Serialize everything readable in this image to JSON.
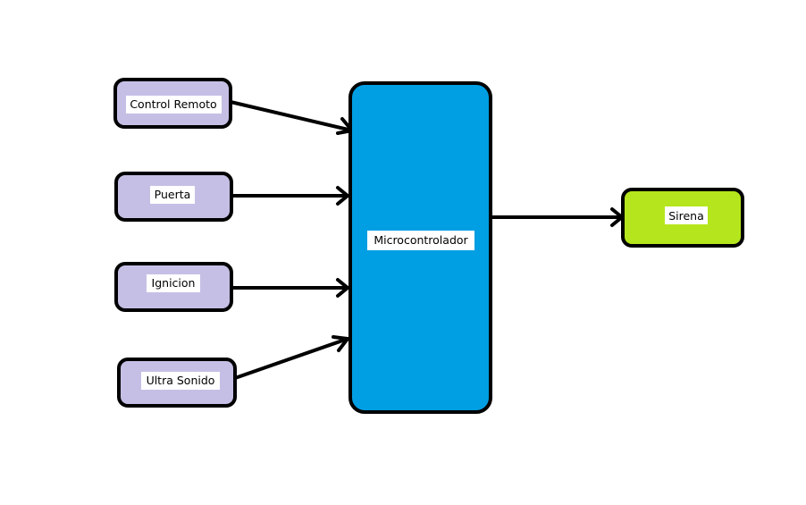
{
  "diagram": {
    "inputs": [
      {
        "id": "control-remoto",
        "label": "Control Remoto"
      },
      {
        "id": "puerta",
        "label": "Puerta"
      },
      {
        "id": "ignicion",
        "label": "Ignicion"
      },
      {
        "id": "ultra-sonido",
        "label": "Ultra Sonido"
      }
    ],
    "controller": {
      "id": "microcontrolador",
      "label": "Microcontrolador"
    },
    "output": {
      "id": "sirena",
      "label": "Sirena"
    },
    "colors": {
      "input_fill": "#c6bfe5",
      "controller_fill": "#009fe3",
      "output_fill": "#b5e61d",
      "stroke": "#000000",
      "label_background": "#ffffff"
    },
    "connections": [
      {
        "from": "control-remoto",
        "to": "microcontrolador"
      },
      {
        "from": "puerta",
        "to": "microcontrolador"
      },
      {
        "from": "ignicion",
        "to": "microcontrolador"
      },
      {
        "from": "ultra-sonido",
        "to": "microcontrolador"
      },
      {
        "from": "microcontrolador",
        "to": "sirena"
      }
    ]
  }
}
